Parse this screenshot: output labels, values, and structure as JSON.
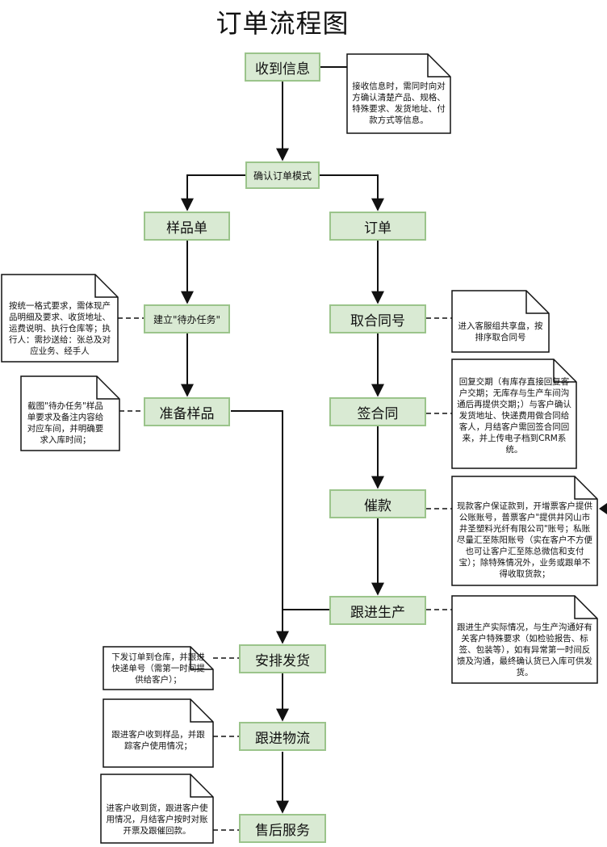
{
  "title": "订单流程图",
  "nodes": {
    "receive_info": "收到信息",
    "confirm_mode": "确认订单模式",
    "sample_order": "样品单",
    "order": "订单",
    "create_task": "建立\"待办任务\"",
    "prepare_sample": "准备样品",
    "contract_no": "取合同号",
    "sign_contract": "签合同",
    "payment_urge": "催款",
    "follow_production": "跟进生产",
    "arrange_shipment": "安排发货",
    "follow_logistics": "跟进物流",
    "after_sales": "售后服务"
  },
  "notes": {
    "receive_info": "接收信息时，需同时向对方确认清楚产品、规格、特殊要求、发货地址、付款方式等信息。",
    "create_task": "按统一格式要求，需体现产品明细及要求、收货地址、运费说明、执行仓库等；执行人：需抄送给：张总及对应业务、经手人",
    "prepare_sample": "截图\"待办任务\"样品单要求及备注内容给对应车间，并明确要求入库时间；",
    "contract_no": "进入客服组共享盘，按排序取合同号",
    "sign_contract": "回复交期（有库存直接回复客户交期；无库存与生产车间沟通后再提供交期；）与客户确认发货地址、快递费用做合同给客人，月结客户需回签合同回来，并上传电子档到CRM系统。",
    "payment_urge": "现款客户保证款到，开增票客户提供公账账号，普票客户\"提供井冈山市井圣塑料光纤有限公司\"账号；私账尽量汇至陈阳账号（实在客户不方便也可让客户汇至陈总微信和支付宝）；除特殊情况外，业务或跟单不得收取货款；",
    "follow_production": "跟进生产实际情况，与生产沟通好有关客户特殊要求（如检验报告、标签、包装等），如有异常第一时间反馈及沟通，最终确认货已入库可供发货。",
    "arrange_shipment": "下发订单到仓库，并跟进快递单号（需第一时间提供给客户）；",
    "follow_logistics": "跟进客户收到样品，并跟踪客户使用情况；",
    "after_sales": "进客户收到货，跟进客户使用情况，月结客户按时对账开票及跟催回款。"
  },
  "colors": {
    "node_fill": "#d9ead3",
    "node_border": "#9bc48b",
    "line": "#111111"
  }
}
